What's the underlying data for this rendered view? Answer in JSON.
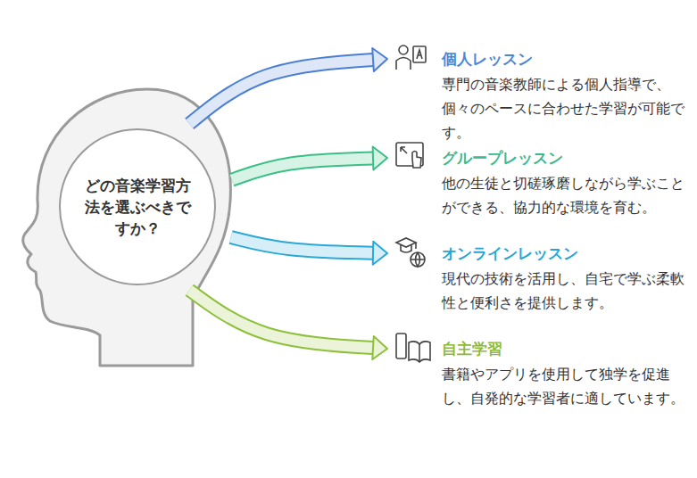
{
  "diagram": {
    "nodes": [
      {
        "text": [
          "どの音楽学習方法を選ぶべきですか？"
        ]
      },
      {
        "text": [
          "個人レッスン",
          "専門の音楽教師による個人指導で、個々のペースに合わせた学習が可能です。"
        ]
      },
      {
        "text": [
          "グループレッスン",
          "他の生徒と切磋琢磨しながら学ぶことができる、協力的な環境を育む。"
        ]
      },
      {
        "text": [
          "オンラインレッスン",
          "現代の技術を活用し、自宅で学ぶ柔軟性と便利さを提供します。"
        ]
      },
      {
        "text": [
          "自主学習",
          "書籍やアプリを使用して独学を促進し、自発的な学習者に適しています。"
        ]
      }
    ],
    "edges": [
      {
        "from": 0,
        "to": 1,
        "arrow": "to"
      },
      {
        "from": 0,
        "to": 2,
        "arrow": "to"
      },
      {
        "from": 0,
        "to": 3,
        "arrow": "to"
      },
      {
        "from": 0,
        "to": 4,
        "arrow": "to"
      }
    ]
  }
}
